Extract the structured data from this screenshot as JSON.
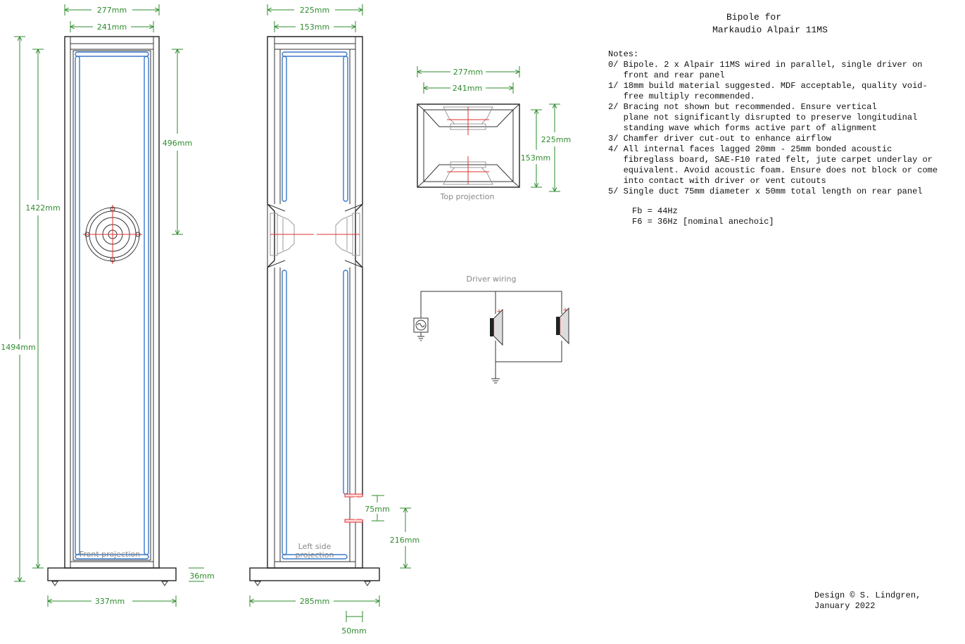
{
  "title": {
    "line1": "Bipole for",
    "line2": "Markaudio Alpair 11MS"
  },
  "notes": {
    "heading": "Notes:",
    "lines": [
      "0/ Bipole. 2 x Alpair 11MS wired in parallel, single driver on",
      "   front and rear panel",
      "1/ 18mm build material suggested. MDF acceptable, quality void-",
      "   free multiply recommended.",
      "2/ Bracing not shown but recommended. Ensure vertical",
      "   plane not significantly disrupted to preserve longitudinal",
      "   standing wave which forms active part of alignment",
      "3/ Chamfer driver cut-out to enhance airflow",
      "4/ All internal faces lagged 20mm - 25mm bonded acoustic",
      "   fibreglass board, SAE-F10 rated felt, jute carpet underlay or",
      "   equivalent. Avoid acoustic foam. Ensure does not block or come",
      "   into contact with driver or vent cutouts",
      "5/ Single duct 75mm diameter x 50mm total length on rear panel"
    ],
    "fb": "Fb = 44Hz",
    "f6": "F6 = 36Hz [nominal anechoic]"
  },
  "front": {
    "caption": "Front projection",
    "dim_outer_width": "277mm",
    "dim_inner_width": "241mm",
    "dim_driver_height": "496mm",
    "dim_inner_height": "1422mm",
    "dim_total_height": "1494mm",
    "dim_plinth_height": "36mm",
    "dim_plinth_width": "337mm"
  },
  "side": {
    "caption_line1": "Left side",
    "caption_line2": "projection",
    "dim_outer_depth": "225mm",
    "dim_inner_depth": "153mm",
    "dim_duct_diameter": "75mm",
    "dim_duct_height": "216mm",
    "dim_plinth_depth": "285mm",
    "dim_duct_length": "50mm"
  },
  "top": {
    "caption": "Top projection",
    "dim_outer_width": "277mm",
    "dim_inner_width": "241mm",
    "dim_outer_depth": "225mm",
    "dim_inner_depth": "153mm"
  },
  "wiring": {
    "caption": "Driver wiring",
    "plus_symbol": "+"
  },
  "credit": {
    "line1": "Design © S. Lindgren,",
    "line2": "January 2022"
  }
}
